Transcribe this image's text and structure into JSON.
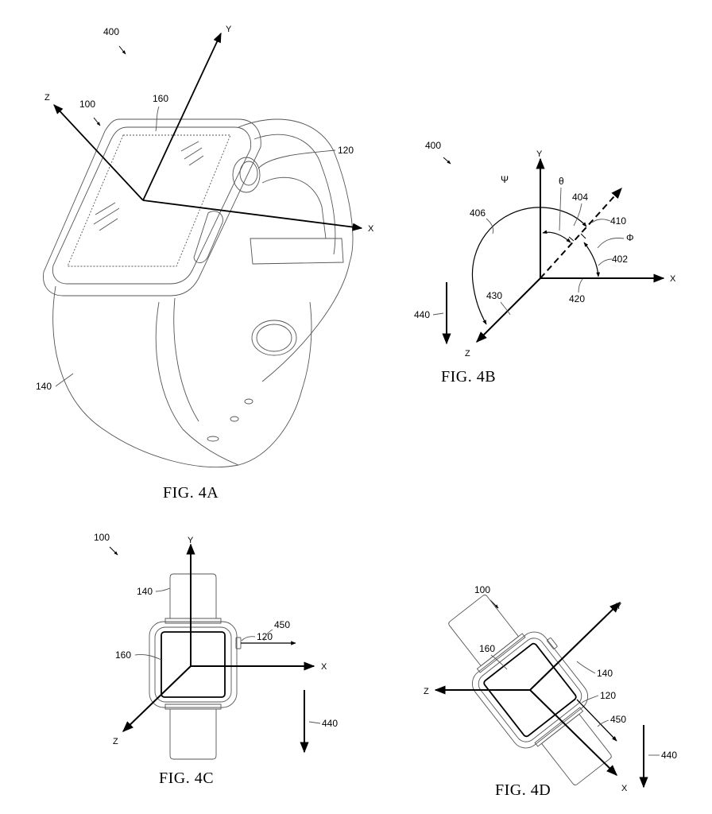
{
  "figures": {
    "fig4a": {
      "caption": "FIG. 4A",
      "axes": {
        "x": "X",
        "y": "Y",
        "z": "Z"
      },
      "refs": {
        "assembly": "400",
        "device": "100",
        "display": "160",
        "crown": "120",
        "band": "140"
      }
    },
    "fig4b": {
      "caption": "FIG. 4B",
      "axes": {
        "x": "X",
        "y": "Y",
        "z": "Z"
      },
      "greek": {
        "psi": "Ψ",
        "theta": "θ",
        "phi": "Φ"
      },
      "refs": {
        "assembly": "400",
        "r406": "406",
        "r404": "404",
        "r410": "410",
        "r402": "402",
        "r420": "420",
        "r430": "430",
        "r440": "440"
      }
    },
    "fig4c": {
      "caption": "FIG. 4C",
      "axes": {
        "x": "X",
        "y": "Y",
        "z": "Z"
      },
      "refs": {
        "device": "100",
        "band": "140",
        "display": "160",
        "crown": "120",
        "r450": "450",
        "r440": "440"
      }
    },
    "fig4d": {
      "caption": "FIG. 4D",
      "axes": {
        "x": "X",
        "y": "Y",
        "z": "Z"
      },
      "refs": {
        "device": "100",
        "display": "160",
        "band": "140",
        "crown": "120",
        "r450": "450",
        "r440": "440"
      }
    }
  }
}
